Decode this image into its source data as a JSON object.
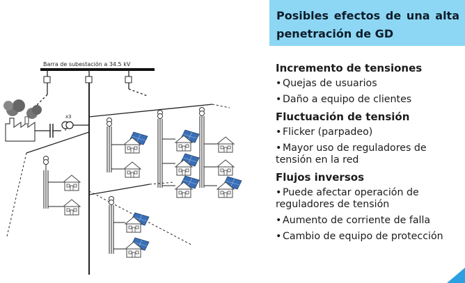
{
  "title": {
    "line1": "Posibles efectos de una alta",
    "line2": "penetración de GD"
  },
  "diagram": {
    "bus_label": "Barra de subestación a 34.5 kV",
    "transformer_label": "x3"
  },
  "sections": [
    {
      "heading": "Incremento de tensiones",
      "items": [
        "Quejas de usuarios",
        "Daño a equipo de clientes"
      ]
    },
    {
      "heading": "Fluctuación de tensión",
      "items": [
        "Flicker (parpadeo)",
        "Mayor uso de reguladores de tensión en la red"
      ]
    },
    {
      "heading": "Flujos inversos",
      "items": [
        "Puede afectar operación de reguladores de tensión",
        "Aumento de corriente de falla",
        "Cambio de equipo de protección"
      ]
    }
  ],
  "colors": {
    "title_bg": "#8dd7f4",
    "title_text": "#0d1c2a",
    "panel_blue": "#3a6fb5",
    "corner_accent": "#2aa0e0"
  }
}
